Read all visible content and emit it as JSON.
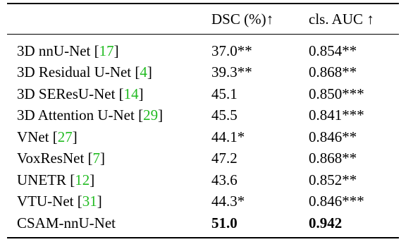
{
  "table": {
    "headers": {
      "method": "",
      "dsc": "DSC (%)↑",
      "auc": "cls. AUC ↑"
    },
    "rows": [
      {
        "method": "3D nnU-Net ",
        "ref": "17",
        "dsc": "37.0**",
        "auc": "0.854**",
        "bold": false
      },
      {
        "method": "3D Residual U-Net ",
        "ref": "4",
        "dsc": "39.3**",
        "auc": "0.868**",
        "bold": false
      },
      {
        "method": "3D SEResU-Net ",
        "ref": "14",
        "dsc": "45.1",
        "auc": "0.850***",
        "bold": false
      },
      {
        "method": "3D Attention U-Net ",
        "ref": "29",
        "dsc": "45.5",
        "auc": "0.841***",
        "bold": false
      },
      {
        "method": "VNet ",
        "ref": "27",
        "dsc": "44.1*",
        "auc": "0.846**",
        "bold": false
      },
      {
        "method": "VoxResNet ",
        "ref": "7",
        "dsc": "47.2",
        "auc": "0.868**",
        "bold": false
      },
      {
        "method": "UNETR ",
        "ref": "12",
        "dsc": "43.6",
        "auc": "0.852**",
        "bold": false
      },
      {
        "method": "VTU-Net ",
        "ref": "31",
        "dsc": "44.3*",
        "auc": "0.846***",
        "bold": false
      },
      {
        "method": "CSAM-nnU-Net",
        "ref": "",
        "dsc": "51.0",
        "auc": "0.942",
        "bold": true
      }
    ],
    "ref_color": "#22bb22"
  }
}
